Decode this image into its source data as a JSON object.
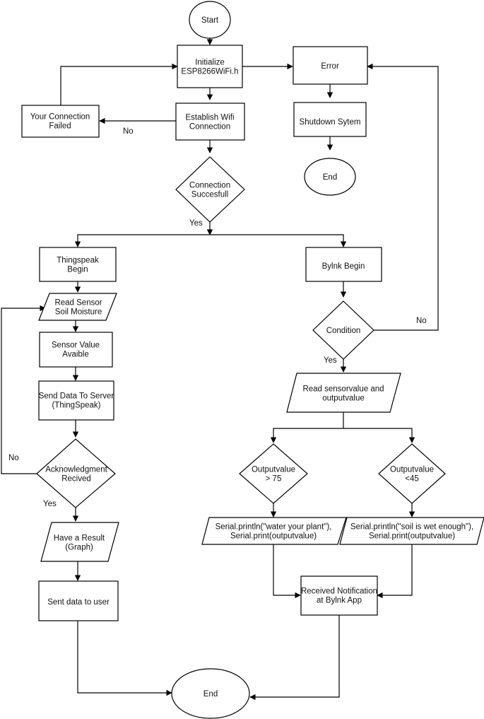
{
  "nodes": {
    "start": [
      "Start"
    ],
    "init": [
      "Initialize",
      "ESP8266WiFi.h"
    ],
    "error": [
      "Error"
    ],
    "conn_failed": [
      "Your Connection",
      "Failed"
    ],
    "establish": [
      "Establish Wifi",
      "Connection"
    ],
    "shutdown": [
      "Shutdown Sytem"
    ],
    "end_top": [
      "End"
    ],
    "conn_success": [
      "Connection",
      "Succesfull"
    ],
    "thingspeak": [
      "Thingspeak",
      "Begin"
    ],
    "blynk": [
      "Bylnk Begin"
    ],
    "read_sensor": [
      "Read Sensor",
      "Soil Moisture"
    ],
    "condition": [
      "Condition"
    ],
    "sensor_value": [
      "Sensor Value",
      "Avaible"
    ],
    "read_output": [
      "Read sensorvalue and",
      "outputvalue"
    ],
    "send_data": [
      "Send Data To Server",
      "(ThingSpeak)"
    ],
    "ack": [
      "Acknowledgment",
      "Recived"
    ],
    "out_gt75": [
      "Outputvalue",
      "> 75"
    ],
    "out_lt45": [
      "Outputvalue",
      "<45"
    ],
    "serial_water": [
      "Serial.println(\"water your plant\"),",
      "Serial.print(outputvalue)"
    ],
    "serial_wet": [
      "Serial.println(\"soil is wet enough\"),",
      "Serial.print(outputvalue)"
    ],
    "result": [
      "Have a Result",
      "(Graph)"
    ],
    "received": [
      "Received Notification",
      "at Bylnk App"
    ],
    "sent_user": [
      "Sent data to user"
    ],
    "end_bottom": [
      "End"
    ]
  },
  "edge_labels": {
    "no_conn": "No",
    "yes_conn": "Yes",
    "no_condition": "No",
    "yes_condition": "Yes",
    "no_ack": "No",
    "yes_ack": "Yes"
  }
}
